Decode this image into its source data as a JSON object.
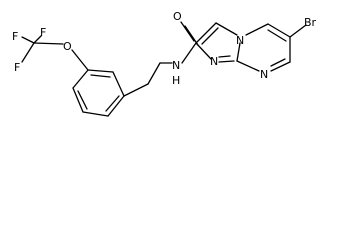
{
  "molecule": {
    "atoms": {
      "F1": "F",
      "F2": "F",
      "F3": "F",
      "O_ether": "O",
      "O_carbonyl": "O",
      "N_amide": "N",
      "H_amide": "H",
      "Br": "Br",
      "N_pyrimidine": "N",
      "N_ring": "N",
      "N_bridge": "N"
    }
  }
}
